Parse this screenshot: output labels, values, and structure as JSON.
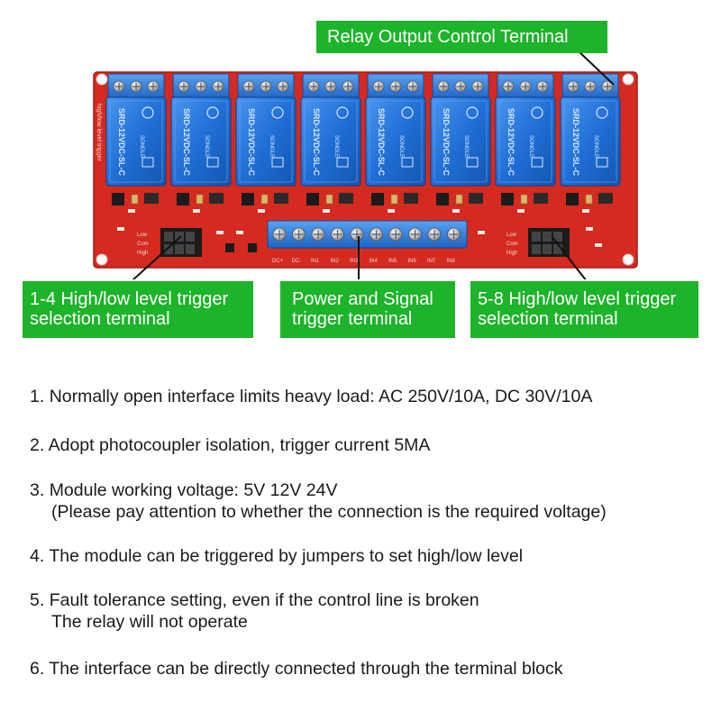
{
  "callouts": {
    "relay_output": "Relay Output Control Terminal",
    "low_trigger_line1": "1-4 High/low level trigger",
    "low_trigger_line2": "selection terminal",
    "power_signal_line1": "Power and Signal",
    "power_signal_line2": "trigger terminal",
    "high_trigger_line1": "5-8 High/low level trigger",
    "high_trigger_line2": "selection terminal"
  },
  "board": {
    "relay_model": "SRD-12VDC-SL-C",
    "relay_brand": "SONGLE",
    "left_edge_text": "high/low level trigger",
    "jumper_labels_left": [
      "Low",
      "Com",
      "High"
    ],
    "jumper_labels_right": [
      "Low",
      "Com",
      "High"
    ],
    "input_pin_labels": [
      "DC+",
      "DC-",
      "IN1",
      "IN2",
      "IN3",
      "IN4",
      "IN5",
      "IN6",
      "IN7",
      "IN8"
    ]
  },
  "features": [
    {
      "number": "1.",
      "lines": [
        "Normally open interface limits heavy load: AC 250V/10A, DC 30V/10A"
      ]
    },
    {
      "number": "2.",
      "lines": [
        "Adopt photocoupler isolation, trigger current 5MA"
      ]
    },
    {
      "number": "3.",
      "lines": [
        "Module working voltage: 5V 12V 24V",
        "(Please pay attention to whether the connection is the required voltage)"
      ]
    },
    {
      "number": "4.",
      "lines": [
        "The module can be triggered by jumpers to set high/low level"
      ]
    },
    {
      "number": "5.",
      "lines": [
        "Fault tolerance setting, even if the control line is broken",
        "The relay will not operate"
      ]
    },
    {
      "number": "6.",
      "lines": [
        "The interface can be directly connected through the terminal block"
      ]
    }
  ],
  "colors": {
    "callout_bg": "#1db32a",
    "pcb_red": "#d42a1f",
    "relay_blue": "#1f6fd6",
    "terminal_blue": "#2c7fe0"
  }
}
